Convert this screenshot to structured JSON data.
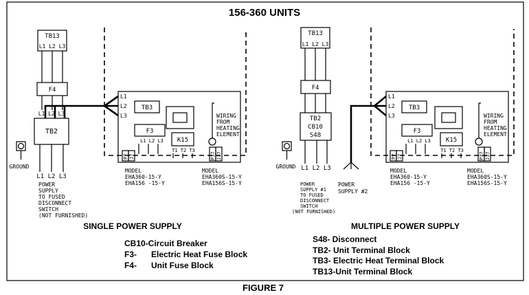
{
  "title": "156-360 UNITS",
  "figure_caption": "FIGURE 7",
  "single": {
    "heading": "SINGLE POWER SUPPLY",
    "tb13": "TB13",
    "tb13_terms": "L1 L2 L3",
    "f4": "F4",
    "tb2": "TB2",
    "tb2_top": "L1 L2 L3",
    "ground": "GROUND",
    "bottom_terms": "L1  L2  L3",
    "power_note": [
      "POWER",
      "SUPPLY",
      "TO FUSED",
      "DISCONNECT",
      "SWITCH",
      "(NOT FURNISHED)"
    ],
    "heater": {
      "l1": "L1",
      "l2": "L2",
      "l3": "L3",
      "tb3": "TB3",
      "f3": "F3",
      "f3_terms": "L1 L2 L3",
      "k15": "K15",
      "k15_terms": "T1 T2 T3",
      "p7": "P7",
      "j7": "J7",
      "p37": "P37",
      "j37": "J37",
      "wiring": [
        "WIRING",
        "FROM",
        "HEATING",
        "ELEMENT"
      ],
      "model_a": [
        "MODEL",
        "EHA360-15-Y",
        "EHA156 -15-Y"
      ],
      "model_b": [
        "MODEL",
        "EHA360S-15-Y",
        "EHA156S-15-Y"
      ]
    }
  },
  "multiple": {
    "heading": "MULTIPLE POWER SUPPLY",
    "tb13": "TB13",
    "tb13_terms": "L1 L2 L3",
    "f4": "F4",
    "tb2_box": [
      "TB2",
      "CB10",
      "S48"
    ],
    "ground": "GROUND",
    "bottom_terms": "L1  L2  L3",
    "power_note_1": [
      "POWER",
      "SUPPLY #1",
      "TO FUSED",
      "DISCONNECT",
      "SWITCH",
      "(NOT FURNISHED)"
    ],
    "power_note_2": [
      "POWER",
      "SUPPLY #2"
    ],
    "heater": {
      "l1": "L1",
      "l2": "L2",
      "l3": "L3",
      "tb3": "TB3",
      "f3": "F3",
      "f3_terms": "L1 L2 L3",
      "k15": "K15",
      "k15_terms": "T1 T2 T3",
      "p7": "P7",
      "j7": "J7",
      "p37": "P37",
      "j37": "J37",
      "wiring": [
        "WIRING",
        "FROM",
        "HEATING",
        "ELEMENT"
      ],
      "model_a": [
        "MODEL",
        "EHA360-15-Y",
        "EHA156 -15-Y"
      ],
      "model_b": [
        "MODEL",
        "EHA360S-15-Y",
        "EHA156S-15-Y"
      ]
    }
  },
  "legend_left": [
    "CB10-Circuit Breaker",
    "F3-",
    "Electric Heat Fuse Block",
    "F4-",
    "Unit Fuse Block"
  ],
  "legend_right": [
    "S48-  Disconnect",
    "TB2-  Unit Terminal Block",
    "TB3-  Electric Heat Terminal Block",
    "TB13-Unit Terminal Block"
  ]
}
